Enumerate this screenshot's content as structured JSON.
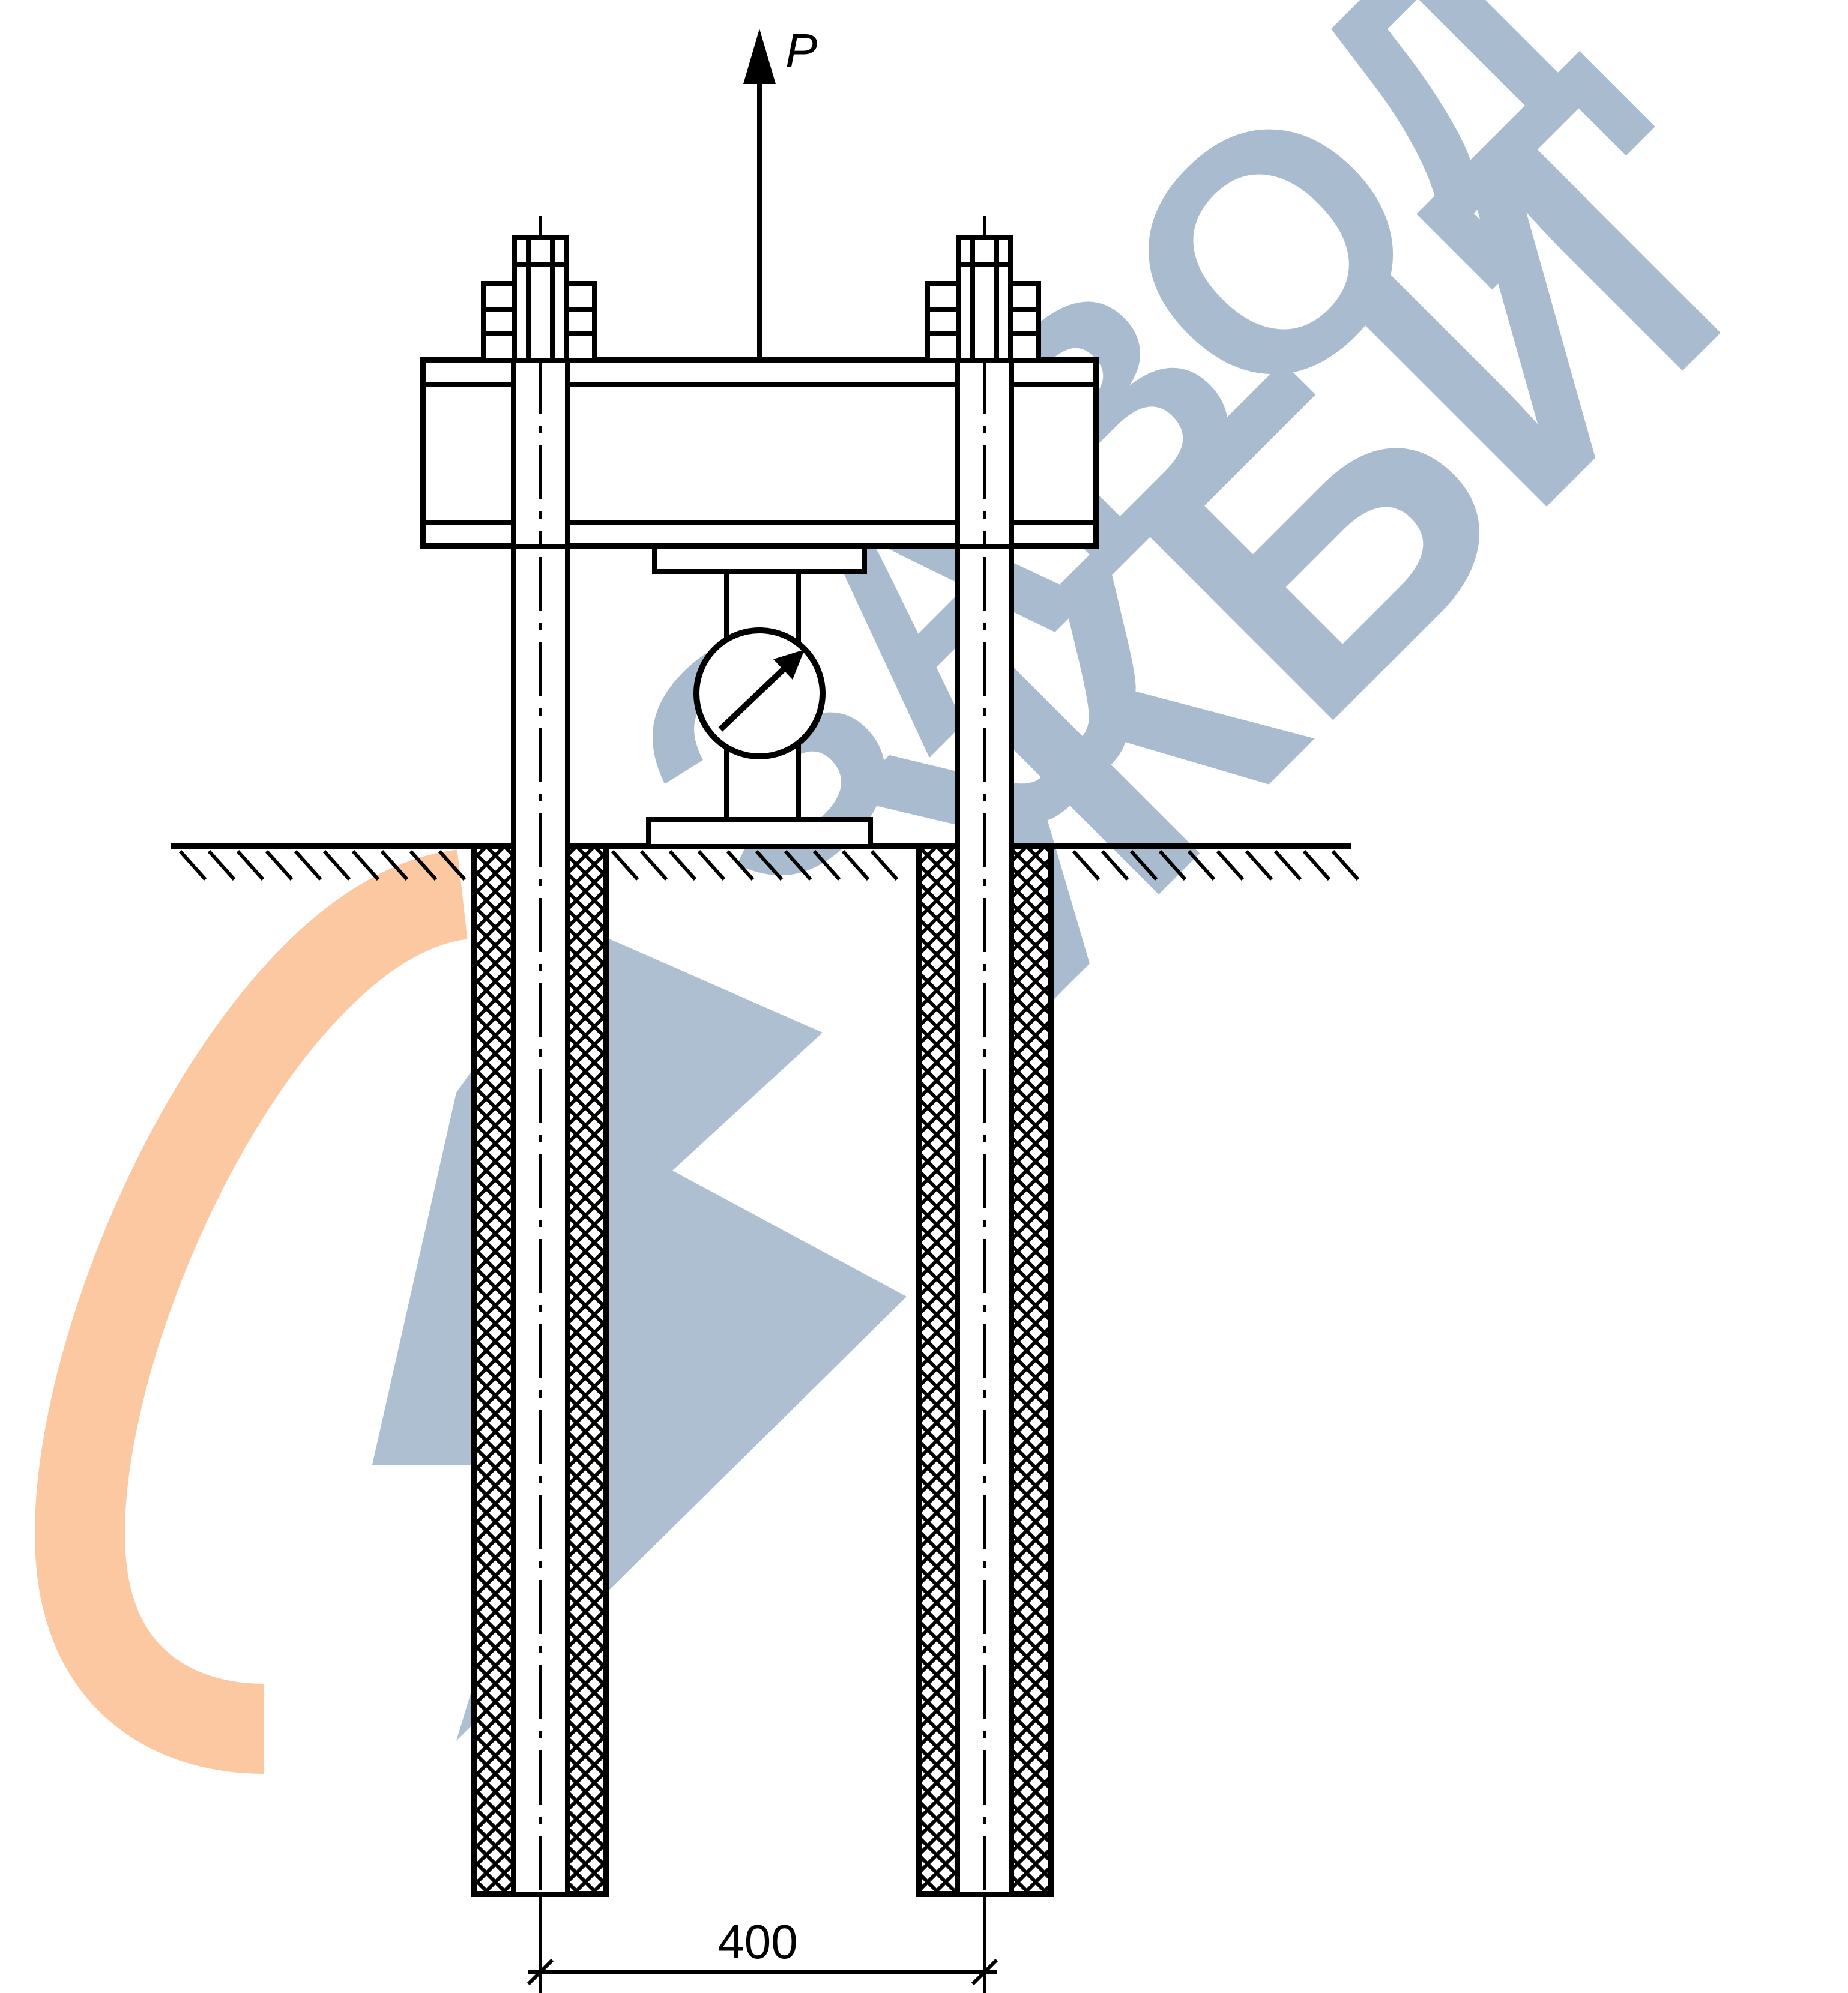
{
  "diagram": {
    "load_label": "P",
    "dimension_label": "400",
    "watermark": {
      "line1": "ЗАВОД",
      "line2": "ЖБИ",
      "colors": {
        "letters": "#a9bccf",
        "arc": "#fbc59c"
      }
    },
    "colors": {
      "ink": "#000000",
      "background": "#ffffff"
    }
  }
}
